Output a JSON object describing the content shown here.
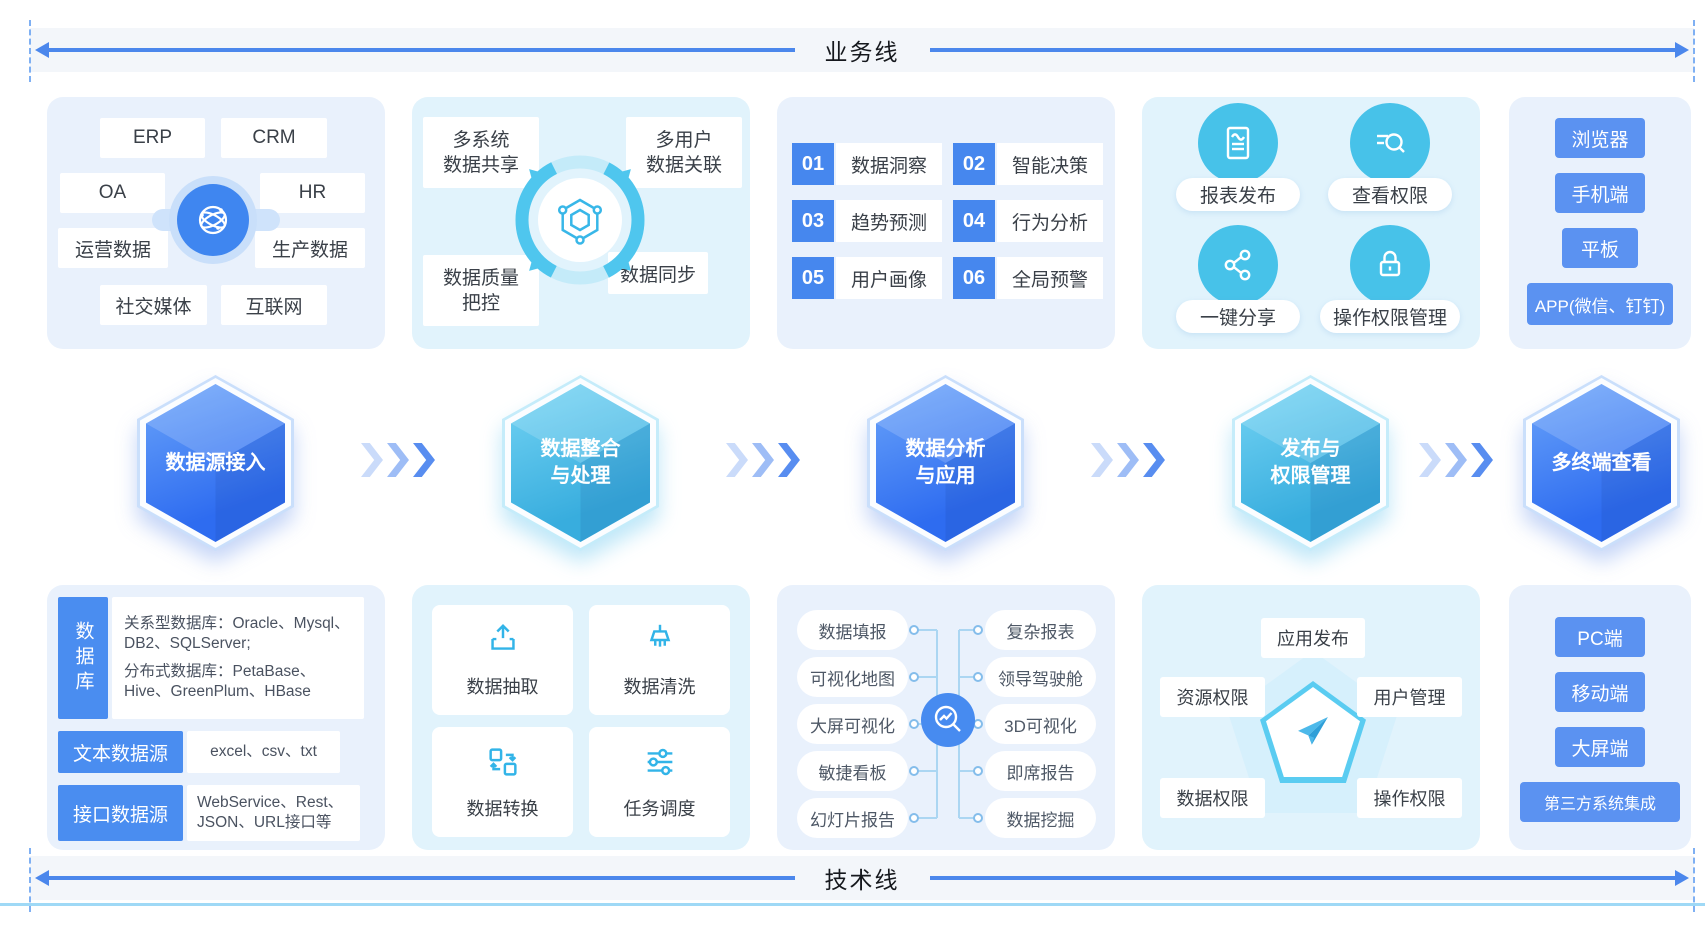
{
  "lanes": {
    "business": "业务线",
    "technology": "技术线"
  },
  "colors": {
    "primary_blue": "#4a8df0",
    "button_blue": "#5b92f1",
    "cyan": "#45c0e8",
    "hex_blue": "#2f6cf0",
    "hex_cyan": "#3aaede",
    "lane_line": "#4b87ec",
    "card_blue_bg": "#e9f1fc",
    "card_cyan_bg": "#e1f3fc"
  },
  "icons": {
    "sources_center": "globe-network-icon",
    "integration_center": "cycle-hexagon-icon",
    "publish": [
      "report-icon",
      "search-permission-icon",
      "share-icon",
      "lock-icon"
    ],
    "etl": [
      "upload-icon",
      "broom-icon",
      "transform-icon",
      "sliders-icon"
    ],
    "analysis_center": "chart-magnifier-icon",
    "permission_center": "paper-plane-icon"
  },
  "top": {
    "sources": {
      "chips": [
        "ERP",
        "CRM",
        "OA",
        "HR",
        "运营数据",
        "生产数据",
        "社交媒体",
        "互联网"
      ]
    },
    "integration": {
      "items": [
        {
          "l1": "多系统",
          "l2": "数据共享"
        },
        {
          "l1": "多用户",
          "l2": "数据关联"
        },
        {
          "l1": "数据质量",
          "l2": "把控"
        },
        {
          "l1": "数据同步",
          "l2": ""
        }
      ]
    },
    "analysis": {
      "items": [
        {
          "num": "01",
          "label": "数据洞察"
        },
        {
          "num": "02",
          "label": "智能决策"
        },
        {
          "num": "03",
          "label": "趋势预测"
        },
        {
          "num": "04",
          "label": "行为分析"
        },
        {
          "num": "05",
          "label": "用户画像"
        },
        {
          "num": "06",
          "label": "全局预警"
        }
      ]
    },
    "publish": {
      "items": [
        {
          "label": "报表发布"
        },
        {
          "label": "查看权限"
        },
        {
          "label": "一键分享"
        },
        {
          "label": "操作权限管理"
        }
      ]
    },
    "terminals": {
      "buttons": [
        "浏览器",
        "手机端",
        "平板",
        "APP(微信、钉钉)"
      ]
    }
  },
  "hexagons": [
    {
      "l1": "数据源接入",
      "l2": ""
    },
    {
      "l1": "数据整合",
      "l2": "与处理"
    },
    {
      "l1": "数据分析",
      "l2": "与应用"
    },
    {
      "l1": "发布与",
      "l2": "权限管理"
    },
    {
      "l1": "多终端查看",
      "l2": ""
    }
  ],
  "bottom": {
    "sources": {
      "rows": [
        {
          "tag": "数据库",
          "desc1": "关系型数据库：Oracle、Mysql、DB2、SQLServer;",
          "desc2": "分布式数据库：PetaBase、Hive、GreenPlum、HBase"
        },
        {
          "tag": "文本数据源",
          "desc1": "excel、csv、txt"
        },
        {
          "tag": "接口数据源",
          "desc1": "WebService、Rest、JSON、URL接口等"
        }
      ]
    },
    "etl": {
      "tiles": [
        {
          "label": "数据抽取"
        },
        {
          "label": "数据清洗"
        },
        {
          "label": "数据转换"
        },
        {
          "label": "任务调度"
        }
      ]
    },
    "features": {
      "left": [
        "数据填报",
        "可视化地图",
        "大屏可视化",
        "敏捷看板",
        "幻灯片报告"
      ],
      "right": [
        "复杂报表",
        "领导驾驶舱",
        "3D可视化",
        "即席报告",
        "数据挖掘"
      ]
    },
    "permission": {
      "labels": [
        "应用发布",
        "资源权限",
        "用户管理",
        "数据权限",
        "操作权限"
      ]
    },
    "clients": {
      "buttons": [
        "PC端",
        "移动端",
        "大屏端",
        "第三方系统集成"
      ]
    }
  }
}
